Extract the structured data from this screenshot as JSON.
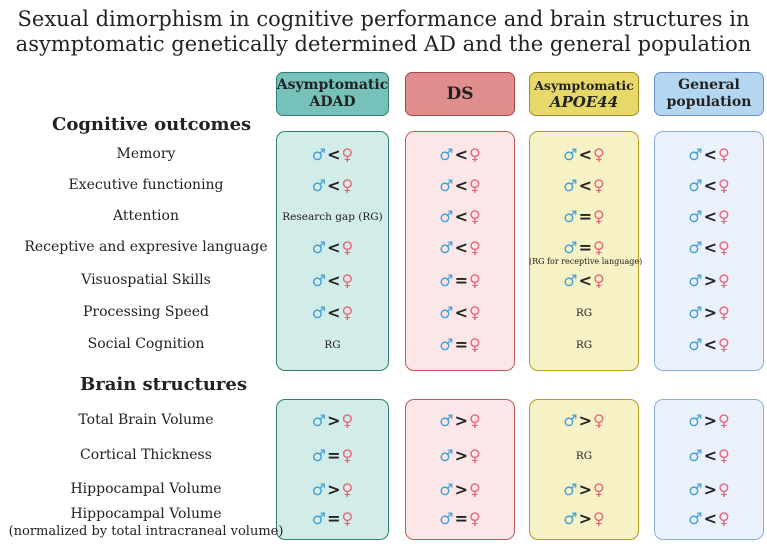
{
  "title": {
    "line1": "Sexual dimorphism in cognitive performance and brain structures in",
    "line2": "asymptomatic genetically determined AD and the general population"
  },
  "columns": [
    {
      "line1": "Asymptomatic",
      "line2": "ADAD",
      "fill": "#77c1bb",
      "border": "#2e7f72",
      "panel_fill": "#d2ece8",
      "panel_border": "#2e7f72"
    },
    {
      "line1": "DS",
      "line2": "",
      "fill": "#e08d8d",
      "border": "#a84747",
      "panel_fill": "#fbe7e8",
      "panel_border": "#c55858"
    },
    {
      "line1": "Asymptomatic",
      "line2": "APOE44",
      "fill": "#e8d86a",
      "border": "#a08d1d",
      "panel_fill": "#f7f1c6",
      "panel_border": "#b09c26"
    },
    {
      "line1": "General",
      "line2": "population",
      "fill": "#b5d6f0",
      "border": "#6893c8",
      "panel_fill": "#eaf1fb",
      "panel_border": "#8aafdc"
    }
  ],
  "sections": {
    "cognitive": "Cognitive outcomes",
    "brain": "Brain structures"
  },
  "symbols": {
    "male": "♂",
    "female": "♀"
  },
  "cognitive_rows": [
    {
      "label": "Memory",
      "cells": [
        "<",
        "<",
        "<",
        "<"
      ]
    },
    {
      "label": "Executive functioning",
      "cells": [
        "<",
        "<",
        "<",
        "<"
      ]
    },
    {
      "label": "Attention",
      "cells": [
        "Research gap (RG)",
        "<",
        "=",
        "<"
      ]
    },
    {
      "label": "Receptive and expresive language",
      "cells": [
        "<",
        "<",
        "=",
        "<"
      ],
      "notes": [
        "",
        "",
        "(RG for receptive language)",
        ""
      ]
    },
    {
      "label": "Visuospatial Skills",
      "cells": [
        "<",
        "=",
        "<",
        ">"
      ]
    },
    {
      "label": "Processing Speed",
      "cells": [
        "<",
        "<",
        "RG",
        ">"
      ]
    },
    {
      "label": "Social Cognition",
      "cells": [
        "RG",
        "=",
        "RG",
        "<"
      ]
    }
  ],
  "brain_rows": [
    {
      "label": "Total Brain Volume",
      "cells": [
        ">",
        ">",
        ">",
        ">"
      ]
    },
    {
      "label": "Cortical Thickness",
      "cells": [
        "=",
        ">",
        "RG",
        "<"
      ]
    },
    {
      "label": "Hippocampal Volume",
      "cells": [
        ">",
        ">",
        ">",
        ">"
      ]
    },
    {
      "label": "Hippocampal Volume",
      "label2": "(normalized by total intracraneal volume)",
      "cells": [
        "=",
        "=",
        ">",
        "<"
      ]
    }
  ]
}
